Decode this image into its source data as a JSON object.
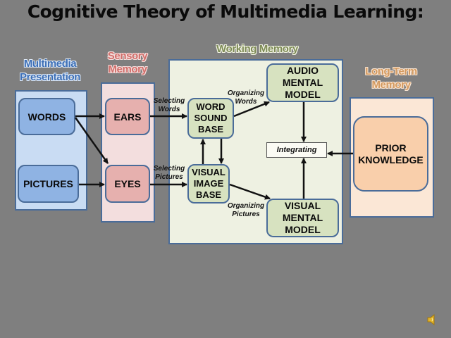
{
  "title": "Cognitive Theory of Multimedia Learning:",
  "sections": {
    "multimedia": {
      "label_line1": "Multimedia",
      "label_line2": "Presentation"
    },
    "sensory": {
      "label_line1": "Sensory",
      "label_line2": "Memory"
    },
    "working": {
      "label": "Working Memory"
    },
    "longterm": {
      "label_line1": "Long-Term",
      "label_line2": "Memory"
    }
  },
  "nodes": {
    "words": "WORDS",
    "pictures": "PICTURES",
    "ears": "EARS",
    "eyes": "EYES",
    "word_sound_base": [
      "WORD",
      "SOUND",
      "BASE"
    ],
    "visual_image_base": [
      "VISUAL",
      "IMAGE",
      "BASE"
    ],
    "audio_mental_model": [
      "AUDIO",
      "MENTAL",
      "MODEL"
    ],
    "visual_mental_model": [
      "VISUAL",
      "MENTAL",
      "MODEL"
    ],
    "prior_knowledge": [
      "PRIOR",
      "KNOWLEDGE"
    ],
    "integrating": "Integrating"
  },
  "processes": {
    "selecting_words": [
      "Selecting",
      "Words"
    ],
    "selecting_pictures": [
      "Selecting",
      "Pictures"
    ],
    "organizing_words": [
      "Organizing",
      "Words"
    ],
    "organizing_pictures": [
      "Organizing",
      "Pictures"
    ]
  },
  "icons": {
    "speaker": "speaker-icon"
  },
  "colors": {
    "background": "#7f7f7f",
    "multimedia_panel": "#c9dcf3",
    "sensory_panel": "#f3dede",
    "working_panel": "#eef1e2",
    "longterm_panel": "#fbe7d6"
  }
}
